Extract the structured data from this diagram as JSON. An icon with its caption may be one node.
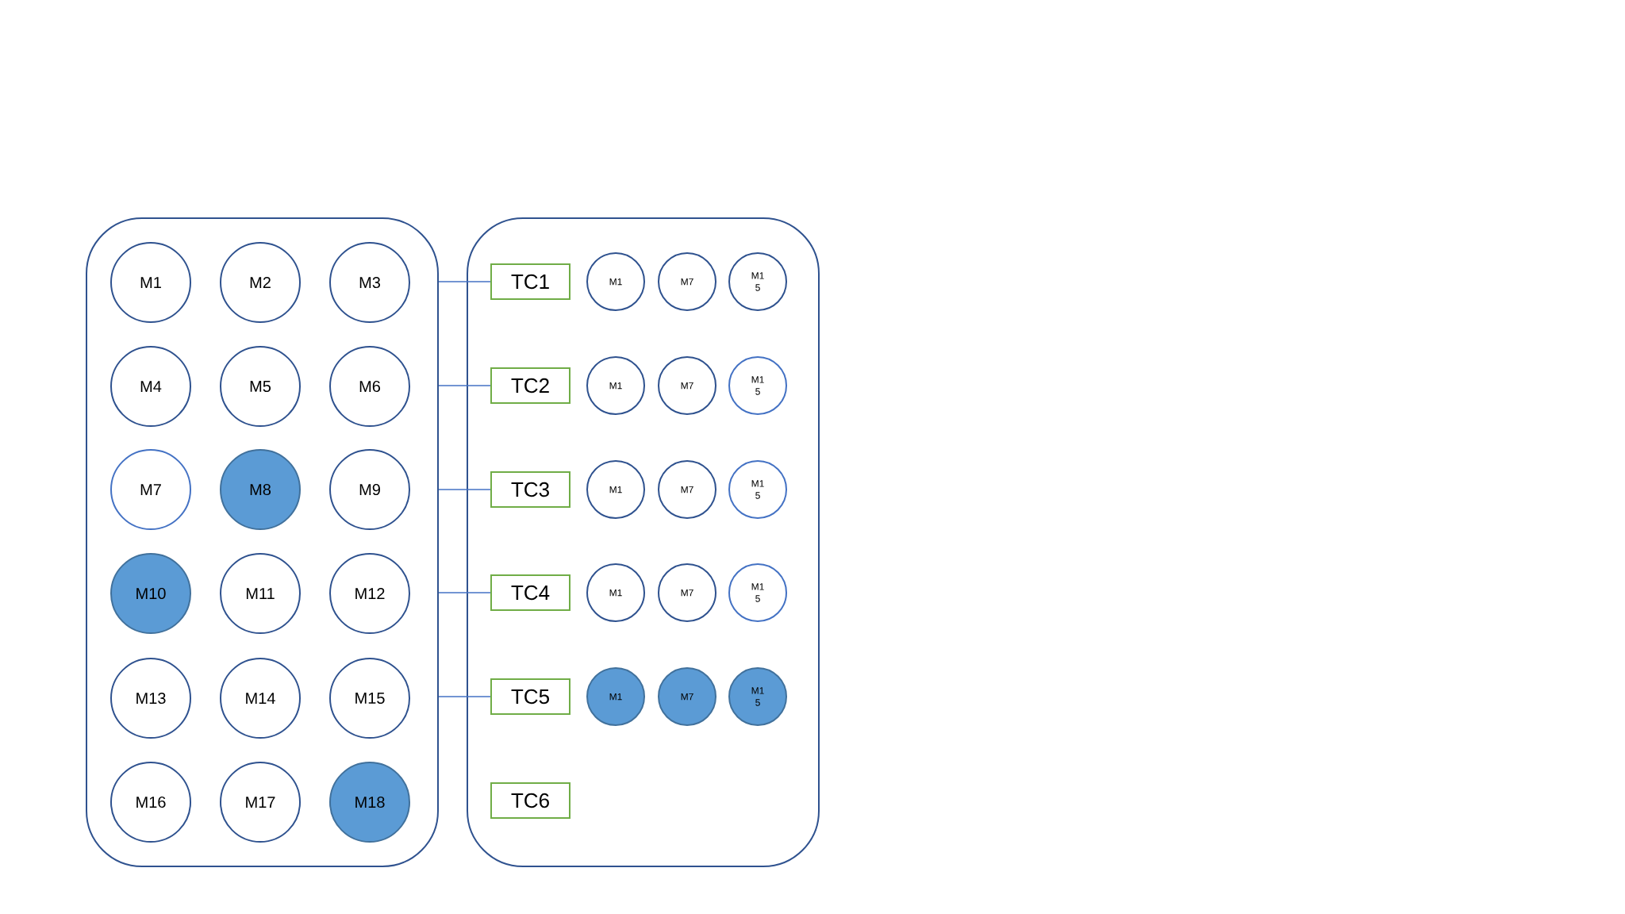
{
  "diagram": {
    "nodes": [
      {
        "text": [],
        "shape": "box"
      },
      {
        "text": [
          "M1"
        ],
        "in": 0
      },
      {
        "text": [
          "M2"
        ],
        "in": 0
      },
      {
        "text": [
          "M3"
        ],
        "in": 0
      },
      {
        "text": [
          "M4"
        ],
        "in": 0
      },
      {
        "text": [
          "M5"
        ],
        "in": 0
      },
      {
        "text": [
          "M6"
        ],
        "in": 0
      },
      {
        "text": [
          "M7"
        ],
        "in": 0
      },
      {
        "text": [
          "M8"
        ],
        "in": 0
      },
      {
        "text": [
          "M9"
        ],
        "in": 0
      },
      {
        "text": [
          "M10"
        ],
        "in": 0
      },
      {
        "text": [
          "M11"
        ],
        "in": 0
      },
      {
        "text": [
          "M12"
        ],
        "in": 0
      },
      {
        "text": [
          "M13"
        ],
        "in": 0
      },
      {
        "text": [
          "M14"
        ],
        "in": 0
      },
      {
        "text": [
          "M15"
        ],
        "in": 0
      },
      {
        "text": [
          "M16"
        ],
        "in": 0
      },
      {
        "text": [
          "M17"
        ],
        "in": 0
      },
      {
        "text": [
          "M18"
        ],
        "in": 0
      },
      {
        "text": [],
        "shape": "box"
      },
      {
        "text": [
          "TC1"
        ],
        "in": 19
      },
      {
        "text": [
          "M1"
        ],
        "in": 19
      },
      {
        "text": [
          "M7"
        ],
        "in": 19
      },
      {
        "text": [
          "M1 5"
        ],
        "in": 19
      },
      {
        "text": [
          "TC2"
        ],
        "in": 19
      },
      {
        "text": [
          "M1"
        ],
        "in": 19
      },
      {
        "text": [
          "M7"
        ],
        "in": 19
      },
      {
        "text": [
          "M1 5"
        ],
        "in": 19
      },
      {
        "text": [
          "TC3"
        ],
        "in": 19
      },
      {
        "text": [
          "M1"
        ],
        "in": 19
      },
      {
        "text": [
          "M7"
        ],
        "in": 19
      },
      {
        "text": [
          "M1 5"
        ],
        "in": 19
      },
      {
        "text": [
          "TC4"
        ],
        "in": 19
      },
      {
        "text": [
          "M1"
        ],
        "in": 19
      },
      {
        "text": [
          "M7"
        ],
        "in": 19
      },
      {
        "text": [
          "M1 5"
        ],
        "in": 19
      },
      {
        "text": [
          "TC5"
        ],
        "in": 19
      },
      {
        "text": [
          "M1"
        ],
        "in": 19
      },
      {
        "text": [
          "M7"
        ],
        "in": 19
      },
      {
        "text": [
          "M1 5"
        ],
        "in": 19
      },
      {
        "text": [
          "TC6"
        ],
        "in": 19
      }
    ],
    "edges": [
      {
        "from": 0,
        "to": 20,
        "arrow": "none"
      },
      {
        "from": 0,
        "to": 24,
        "arrow": "none"
      },
      {
        "from": 0,
        "to": 28,
        "arrow": "none"
      },
      {
        "from": 0,
        "to": 32,
        "arrow": "none"
      },
      {
        "from": 0,
        "to": 36,
        "arrow": "none"
      }
    ]
  }
}
